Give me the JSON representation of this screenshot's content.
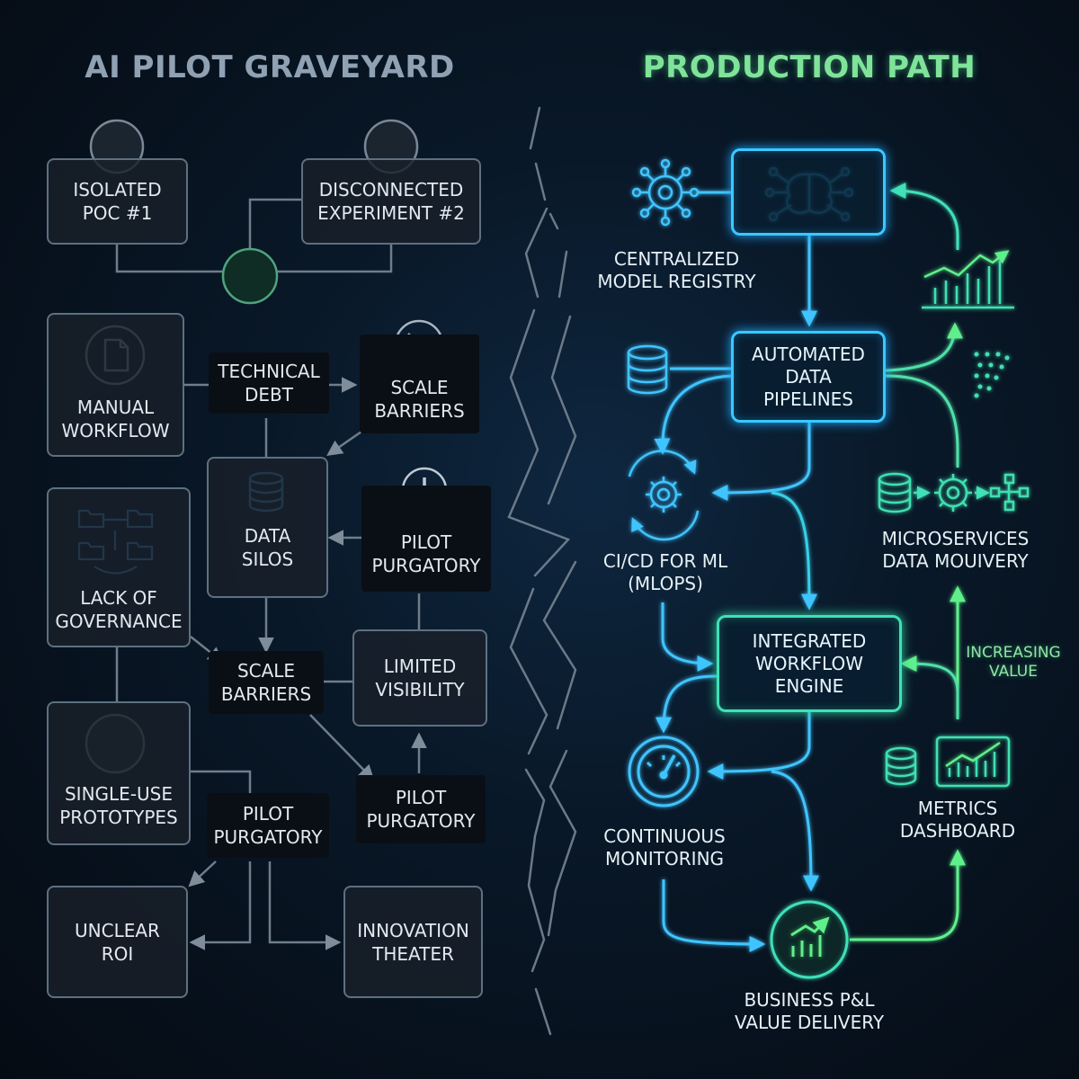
{
  "titles": {
    "left": "AI PILOT GRAVEYARD",
    "right": "PRODUCTION PATH"
  },
  "left_nodes": {
    "isolated_poc": [
      "ISOLATED",
      "POC #1"
    ],
    "disconnected_experiment": [
      "DISCONNECTED",
      "EXPERIMENT #2"
    ],
    "manual_workflow": [
      "MANUAL",
      "WORKFLOW"
    ],
    "technical_debt": [
      "TECHNICAL",
      "DEBT"
    ],
    "scale_barriers_top": [
      "SCALE",
      "BARRIERS"
    ],
    "data_silos": [
      "DATA",
      "SILOS"
    ],
    "pilot_purgatory_right": [
      "PILOT",
      "PURGATORY"
    ],
    "lack_of_governance": [
      "LACK OF",
      "GOVERNANCE"
    ],
    "scale_barriers_mid": [
      "SCALE",
      "BARRIERS"
    ],
    "limited_visibility": [
      "LIMITED",
      "VISIBILITY"
    ],
    "single_use_prototypes": [
      "SINGLE-USE",
      "PROTOTYPES"
    ],
    "pilot_purgatory_mid": [
      "PILOT",
      "PURGATORY"
    ],
    "pilot_purgatory_low": [
      "PILOT",
      "PURGATORY"
    ],
    "unclear_roi": [
      "UNCLEAR",
      "ROI"
    ],
    "innovation_theater": [
      "INNOVATION",
      "THEATER"
    ]
  },
  "right_nodes": {
    "model_registry": [
      "CENTRALIZED",
      "MODEL REGISTRY"
    ],
    "data_pipelines": [
      "AUTOMATED",
      "DATA",
      "PIPELINES"
    ],
    "cicd": [
      "CI/CD FOR ML",
      "(MLOPS)"
    ],
    "microservices": [
      "MICROSERVICES",
      "DATA MOUIVERY"
    ],
    "workflow_engine": [
      "INTEGRATED",
      "WORKFLOW",
      "ENGINE"
    ],
    "increasing_value": [
      "INCREASING",
      "VALUE"
    ],
    "monitoring": [
      "CONTINUOUS",
      "MONITORING"
    ],
    "metrics_dashboard": [
      "METRICS",
      "DASHBOARD"
    ],
    "business_value": [
      "BUSINESS P&L",
      "VALUE DELIVERY"
    ]
  },
  "icons": [
    "circle-node-icon",
    "document-icon",
    "prohibited-icon",
    "database-icon",
    "warning-icon",
    "folder-network-icon",
    "network-hub-icon",
    "brain-circuit-icon",
    "growth-chart-icon",
    "dots-grid-icon",
    "gear-cycle-icon",
    "gear-icon",
    "branch-icon",
    "gauge-icon",
    "dashboard-chart-icon"
  ],
  "colors": {
    "gray_line": "#7a8896",
    "cyan": "#3fc4ff",
    "teal": "#40e0b8",
    "green": "#5ef08c",
    "title_left": "#8fa1b3",
    "title_right": "#7fe39a"
  }
}
